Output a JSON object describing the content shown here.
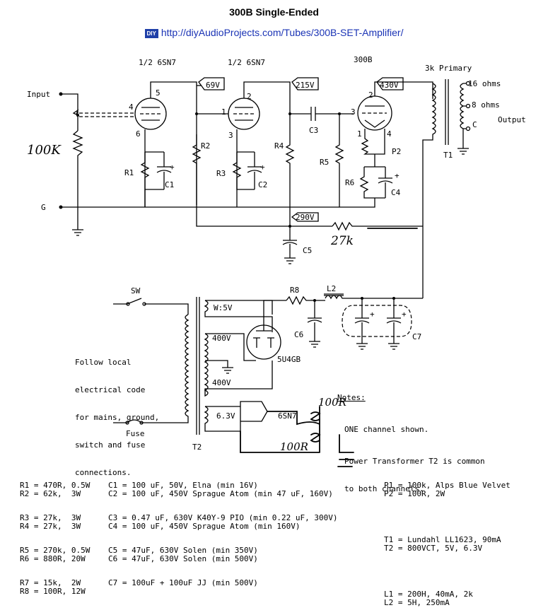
{
  "header": {
    "title": "300B Single-Ended",
    "badge": "DIY",
    "url": "http://diyAudioProjects.com/Tubes/300B-SET-Amplifier/"
  },
  "labels": {
    "input": "Input",
    "ground": "G",
    "handwritten_100k": "100K",
    "handwritten_27k": "27k",
    "handwritten_100r_top": "100R",
    "handwritten_100r_bottom": "100R",
    "tube1_frac": "1/2 6SN7",
    "tube2_frac": "1/2 6SN7",
    "tube3": "300B",
    "primary": "3k Primary",
    "v69": "69V",
    "v215": "215V",
    "v430": "430V",
    "v290": "290V",
    "ohm16": "16 ohms",
    "ohm8": "8 ohms",
    "com": "C",
    "output": "Output",
    "t1": "T1",
    "t2": "T2",
    "sw": "SW",
    "fuse": "Fuse",
    "w5v": "W:5V",
    "v400a": "400V",
    "v400b": "400V",
    "v63": "6.3V",
    "rect": "5U4GB",
    "heater_tube": "6SN7",
    "r1": "R1",
    "r2": "R2",
    "r3": "R3",
    "r4": "R4",
    "r5": "R5",
    "r6": "R6",
    "r8": "R8",
    "c1": "C1",
    "c2": "C2",
    "c3": "C3",
    "c4": "C4",
    "c5": "C5",
    "c6": "C6",
    "c7": "C7",
    "p2": "P2",
    "l2": "L2",
    "pin5": "5",
    "pin4": "4",
    "pin6": "6",
    "pin2a": "2",
    "pin1a": "1",
    "pin3a": "3",
    "pin2b": "2",
    "pin3b": "3",
    "pin1b": "1",
    "pin4b": "4",
    "note_local": [
      "Follow local",
      "electrical code",
      "for mains, ground,",
      "switch and fuse",
      "connections."
    ],
    "notes_title": "Notes:",
    "note1": "ONE channel shown.",
    "note2": [
      "Power Transformer T2 is common",
      "to both channels."
    ]
  },
  "parts_list": {
    "resistors": [
      "R1 = 470R, 0.5W",
      "R2 = 62k,  3W",
      "R3 = 27k,  3W",
      "R4 = 27k,  3W",
      "R5 = 270k, 0.5W",
      "R6 = 880R, 20W",
      "R7 = 15k,  2W",
      "R8 = 100R, 12W"
    ],
    "capacitors": [
      "C1 = 100 uF, 50V, Elna (min 16V)",
      "C2 = 100 uF, 450V Sprague Atom (min 47 uF, 160V)",
      "C3 = 0.47 uF, 630V K40Y-9 PIO (min 0.22 uF, 300V)",
      "C4 = 100 uF, 450V Sprague Atom (min 160V)",
      "C5 = 47uF, 630V Solen (min 350V)",
      "C6 = 47uF, 630V Solen (min 500V)",
      "C7 = 100uF + 100uF JJ (min 500V)"
    ],
    "pots": [
      "P1 = 100k, Alps Blue Velvet",
      "P2 = 100R, 2W"
    ],
    "transformers": [
      "T1 = Lundahl LL1623, 90mA",
      "T2 = 800VCT, 5V, 6.3V"
    ],
    "chokes": [
      "L1 = 200H, 40mA, 2k",
      "L2 = 5H, 250mA"
    ]
  }
}
